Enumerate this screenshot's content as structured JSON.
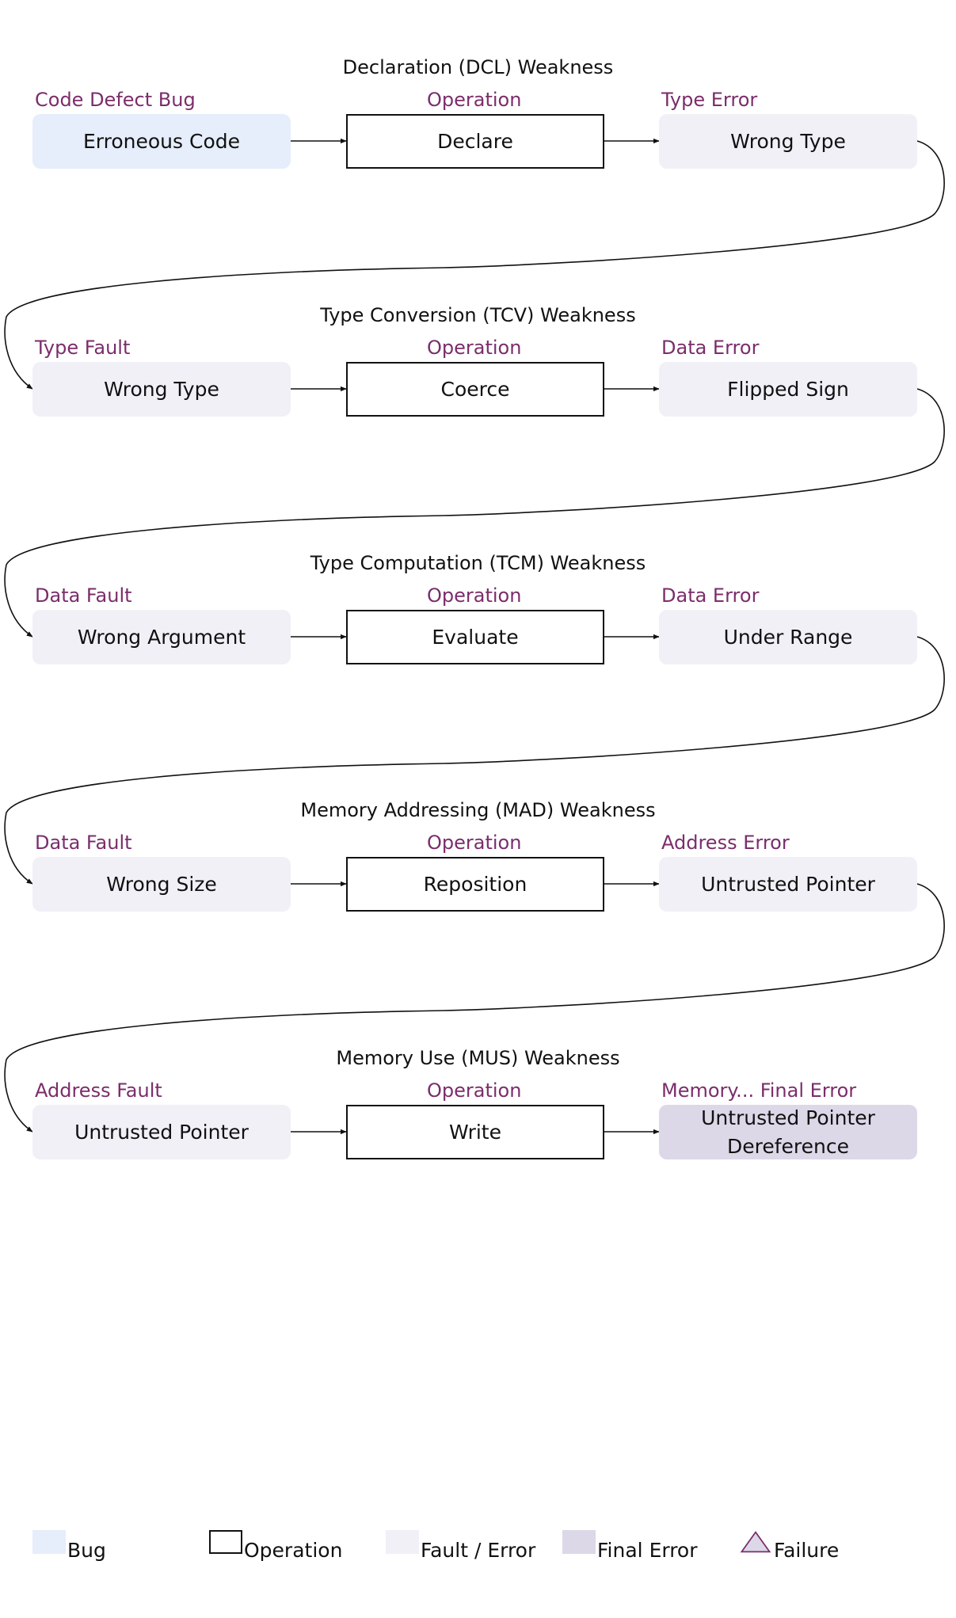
{
  "weaknesses": [
    {
      "title": "Declaration (DCL) Weakness",
      "input": {
        "caption": "Code Defect Bug",
        "label": "Erroneous Code",
        "kind": "bug"
      },
      "operation": {
        "caption": "Operation",
        "label": "Declare"
      },
      "output": {
        "caption": "Type Error",
        "label": "Wrong Type",
        "kind": "fault-error"
      }
    },
    {
      "title": "Type Conversion (TCV) Weakness",
      "input": {
        "caption": "Type Fault",
        "label": "Wrong Type",
        "kind": "fault-error"
      },
      "operation": {
        "caption": "Operation",
        "label": "Coerce"
      },
      "output": {
        "caption": "Data Error",
        "label": "Flipped Sign",
        "kind": "fault-error"
      }
    },
    {
      "title": "Type Computation (TCM) Weakness",
      "input": {
        "caption": "Data Fault",
        "label": "Wrong Argument",
        "kind": "fault-error"
      },
      "operation": {
        "caption": "Operation",
        "label": "Evaluate"
      },
      "output": {
        "caption": "Data Error",
        "label": "Under Range",
        "kind": "fault-error"
      }
    },
    {
      "title": "Memory Addressing (MAD) Weakness",
      "input": {
        "caption": "Data Fault",
        "label": "Wrong Size",
        "kind": "fault-error"
      },
      "operation": {
        "caption": "Operation",
        "label": "Reposition"
      },
      "output": {
        "caption": "Address Error",
        "label": "Untrusted Pointer",
        "kind": "fault-error"
      }
    },
    {
      "title": "Memory Use (MUS) Weakness",
      "input": {
        "caption": "Address Fault",
        "label": "Untrusted Pointer",
        "kind": "fault-error"
      },
      "operation": {
        "caption": "Operation",
        "label": "Write"
      },
      "output": {
        "caption": "Memory... Final Error",
        "label_line1": "Untrusted Pointer",
        "label_line2": "Dereference",
        "kind": "final-error"
      }
    }
  ],
  "legend": {
    "bug": "Bug",
    "operation": "Operation",
    "fault_error": "Fault / Error",
    "final_error": "Final Error",
    "failure": "Failure"
  },
  "colors": {
    "bug": "#e6edfb",
    "fault_error": "#f1f0f7",
    "final_error": "#dcd8e8",
    "caption": "#7b2d6b",
    "failure_fill": "#dcd8e8",
    "failure_stroke": "#7b2d6b"
  }
}
